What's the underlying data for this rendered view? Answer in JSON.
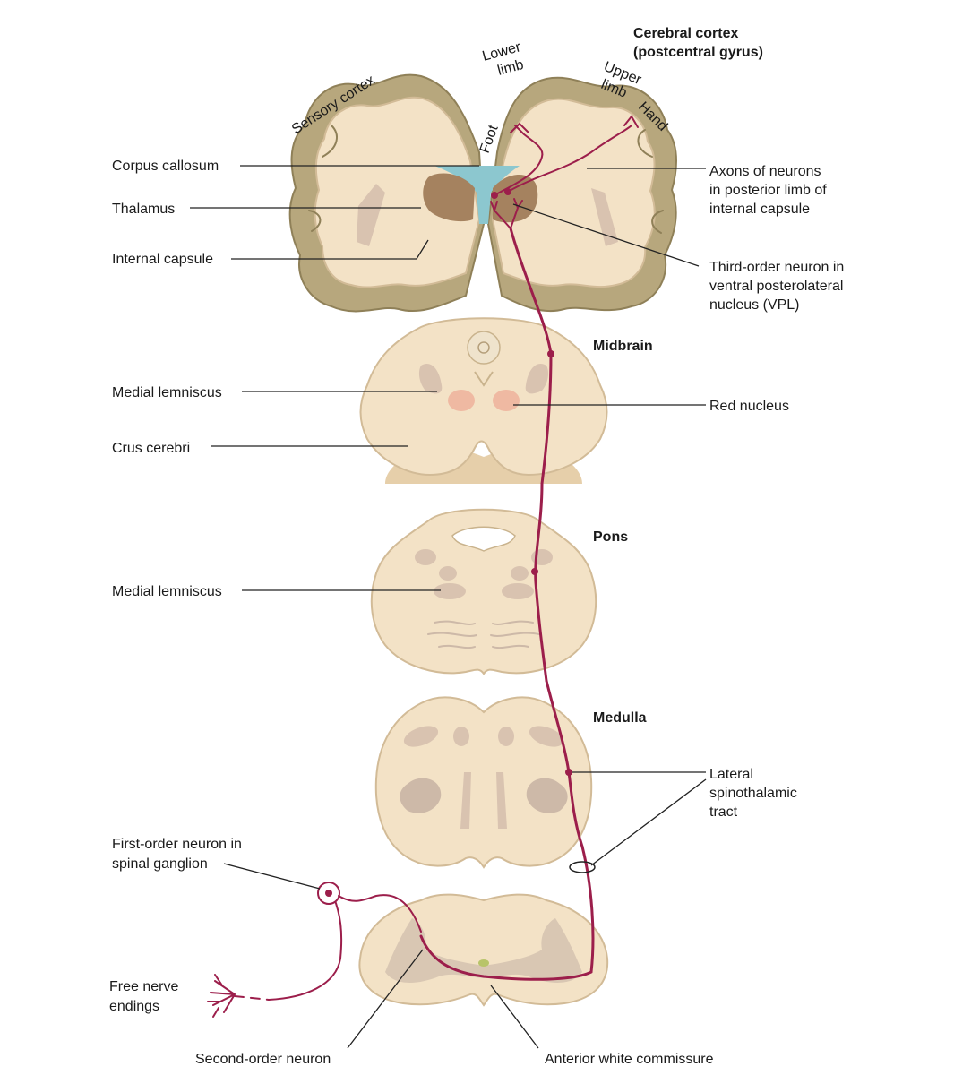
{
  "labels": {
    "cerebral_cortex_line1": "Cerebral cortex",
    "cerebral_cortex_line2": "(postcentral gyrus)",
    "sensory_cortex": "Sensory cortex",
    "lower_limb_line1": "Lower",
    "lower_limb_line2": "limb",
    "upper_limb_line1": "Upper",
    "upper_limb_line2": "limb",
    "hand": "Hand",
    "foot": "Foot",
    "corpus_callosum": "Corpus callosum",
    "thalamus": "Thalamus",
    "internal_capsule": "Internal capsule",
    "axons_line1": "Axons of neurons",
    "axons_line2": "in posterior limb of",
    "axons_line3": "internal capsule",
    "third_order_line1": "Third-order neuron in",
    "third_order_line2": "ventral posterolateral",
    "third_order_line3": "nucleus (VPL)",
    "midbrain": "Midbrain",
    "medial_lemniscus_midbrain": "Medial lemniscus",
    "red_nucleus": "Red nucleus",
    "crus_cerebri": "Crus cerebri",
    "pons": "Pons",
    "medial_lemniscus_pons": "Medial lemniscus",
    "medulla": "Medulla",
    "lateral_spinothalamic_line1": "Lateral",
    "lateral_spinothalamic_line2": "spinothalamic",
    "lateral_spinothalamic_line3": "tract",
    "first_order_line1": "First-order neuron in",
    "first_order_line2": "spinal ganglion",
    "free_nerve_line1": "Free nerve",
    "free_nerve_line2": "endings",
    "second_order": "Second-order neuron",
    "anterior_white_commissure": "Anterior white commissure"
  },
  "colors": {
    "pathway": "#9c1e4b",
    "tissue": "#f3e2c6",
    "cortex_gray_matter": "#b7a77d",
    "ventricle": "#8cc7cf",
    "red_nucleus": "#efb9a2"
  }
}
